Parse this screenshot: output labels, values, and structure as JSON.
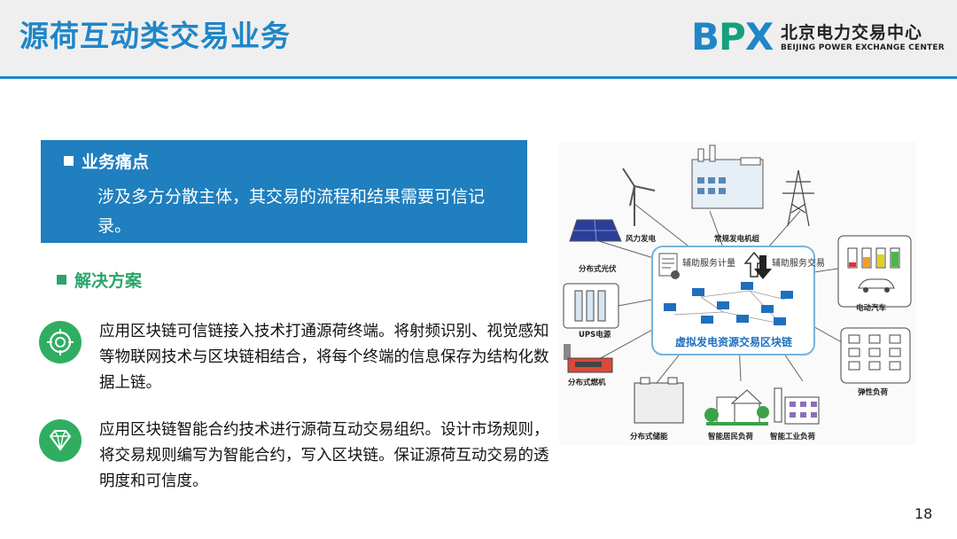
{
  "header": {
    "title": "源荷互动类交易业务",
    "logo_mark_b": "B",
    "logo_mark_p": "P",
    "logo_mark_x": "X",
    "logo_cn": "北京电力交易中心",
    "logo_en": "BEIJING POWER EXCHANGE CENTER"
  },
  "pain_point": {
    "heading": "业务痛点",
    "text": "涉及多方分散主体，其交易的流程和结果需要可信记录。"
  },
  "solution": {
    "heading": "解决方案",
    "items": [
      {
        "icon": "target-icon",
        "text": "应用区块链可信链接入技术打通源荷终端。将射频识别、视觉感知等物联网技术与区块链相结合，将每个终端的信息保存为结构化数据上链。"
      },
      {
        "icon": "diamond-icon",
        "text": "应用区块链智能合约技术进行源荷互动交易组织。设计市场规则，将交易规则编写为智能合约，写入区块链。保证源荷互动交易的透明度和可信度。"
      }
    ]
  },
  "diagram": {
    "center": "虚拟发电资源交易区块链",
    "aux_measure": "辅助服务计量",
    "aux_trade": "辅助服务交易",
    "nodes": {
      "wind": "风力发电",
      "thermal": "常规发电机组",
      "solar": "分布式光伏",
      "ev": "电动汽车",
      "ups": "UPS电源",
      "gas": "分布式燃机",
      "flex": "弹性负荷",
      "storage": "分布式储能",
      "resident": "智能居民负荷",
      "industry": "智能工业负荷"
    }
  },
  "page_number": "18",
  "colors": {
    "primary": "#1f86c8",
    "box": "#1f7fbf",
    "green": "#2aa46a"
  }
}
